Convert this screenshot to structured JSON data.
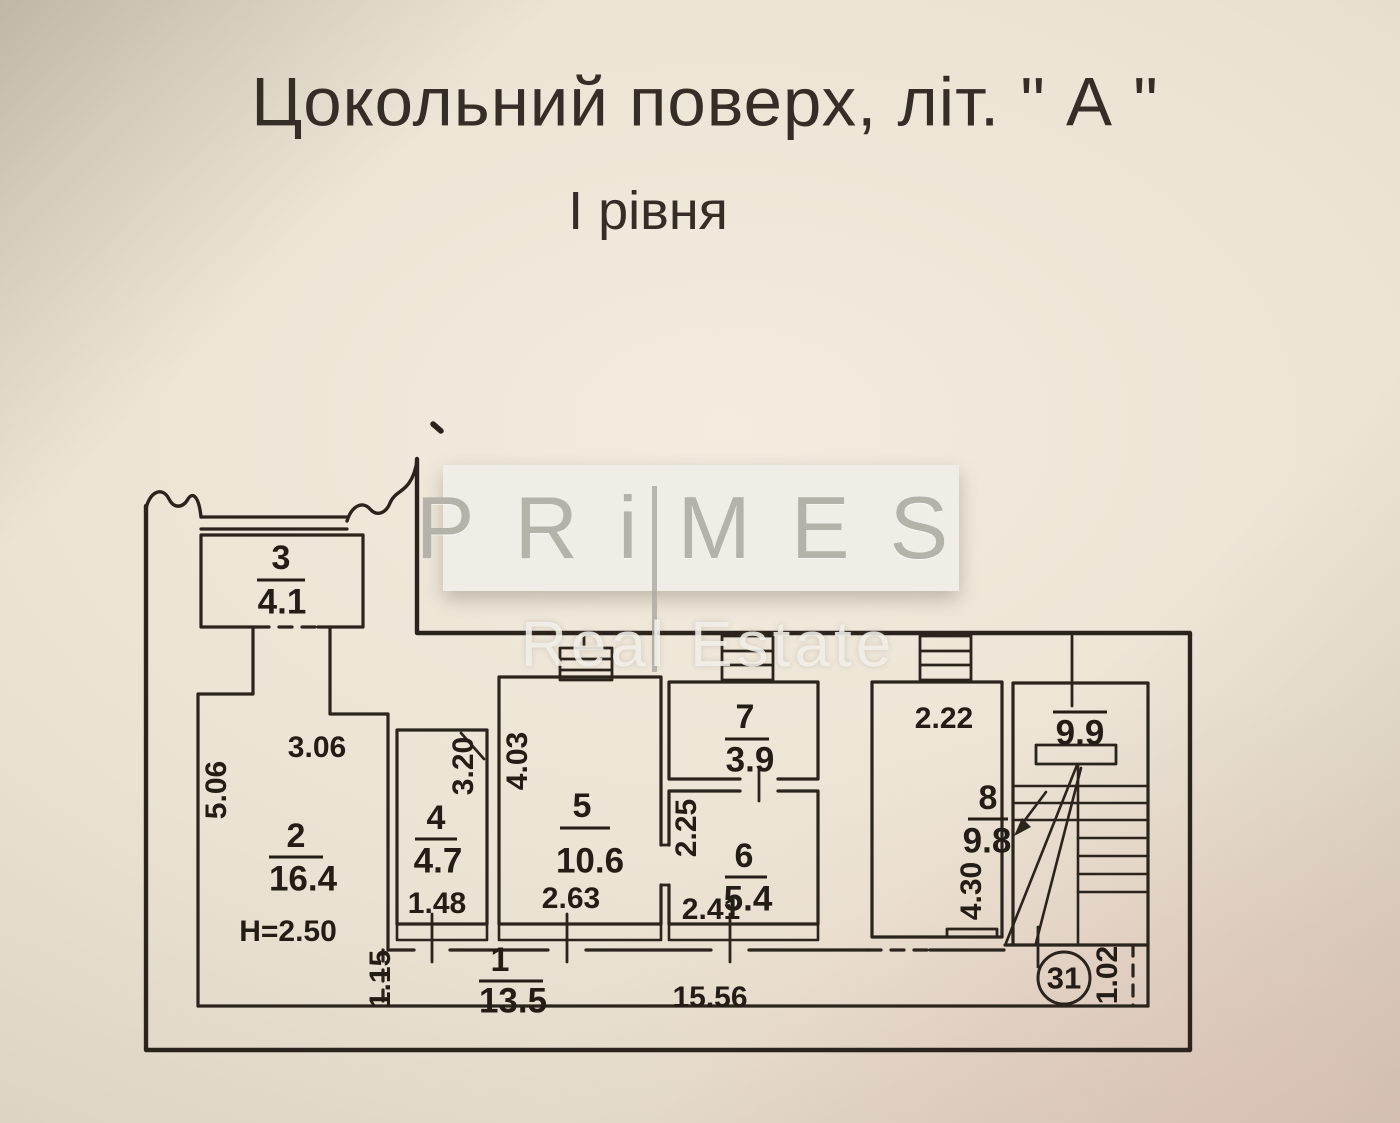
{
  "page": {
    "title": "Цокольний поверх, літ. \" А \"",
    "subtitle": "І рівня"
  },
  "watermark": {
    "brand": "PRiMES",
    "tagline": "Real Estate"
  },
  "plan": {
    "height_note": "H=2.50",
    "stair_area": "9.9",
    "stair_node": "31",
    "rooms": [
      {
        "number": "3",
        "area": "4.1"
      },
      {
        "number": "2",
        "area": "16.4"
      },
      {
        "number": "4",
        "area": "4.7"
      },
      {
        "number": "5",
        "area": "10.6"
      },
      {
        "number": "7",
        "area": "3.9"
      },
      {
        "number": "6",
        "area": "5.4"
      },
      {
        "number": "8",
        "area": "9.8"
      },
      {
        "number": "1",
        "area": "13.5"
      }
    ],
    "dimensions": {
      "room2_width": "3.06",
      "room2_depth": "5.06",
      "room4_depth": "3.20",
      "room4_width": "1.48",
      "room5_depth": "4.03",
      "room5_width": "2.63",
      "room6_depth": "2.25",
      "room6_width": "2.41",
      "room8_width": "2.22",
      "room8_depth": "4.30",
      "corridor_width": "1.15",
      "corridor_length": "15.56",
      "stair_exit_width": "1.02"
    }
  },
  "colors": {
    "ink": "#2b241c",
    "paper": "#eae2d2",
    "watermark_text": "#b5b2a9"
  }
}
